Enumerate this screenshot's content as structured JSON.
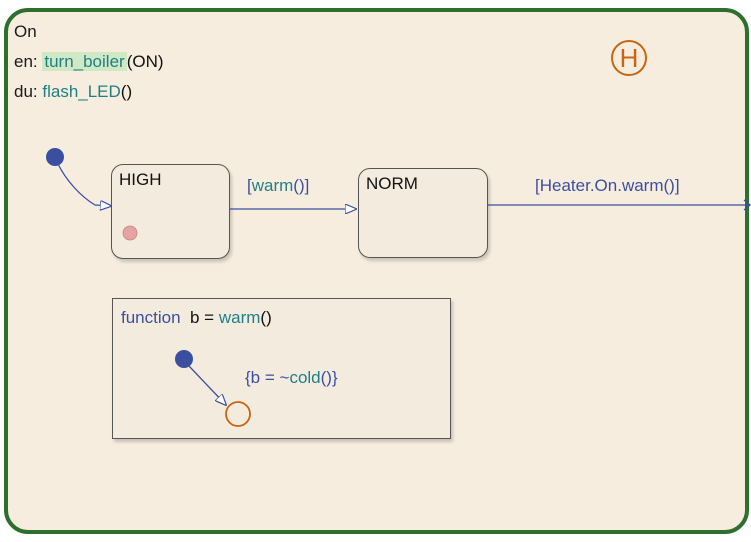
{
  "diagram": {
    "outer_state": {
      "name": "On",
      "entry": {
        "prefix": "en: ",
        "function": "turn_boiler",
        "args": "(ON)"
      },
      "during": {
        "prefix": "du: ",
        "function": "flash_LED",
        "args": "()"
      },
      "history_symbol": "H"
    },
    "states": {
      "high": {
        "name": "HIGH"
      },
      "norm": {
        "name": "NORM"
      }
    },
    "transitions": {
      "high_to_norm": {
        "open": "[",
        "function": "warm",
        "args": "()",
        "close": "]"
      },
      "norm_exit": {
        "open": "[",
        "function": "Heater.On.warm",
        "args": "()",
        "close": "]"
      }
    },
    "graphical_function": {
      "keyword": "function",
      "lhs": "b = ",
      "name": "warm",
      "args": "()",
      "action": {
        "open": "{b = ",
        "negation": "~",
        "function": "cold",
        "args": "()",
        "close": "}"
      }
    },
    "colors": {
      "outer_border": "#2e6e2e",
      "state_fill": "#f6eddf",
      "transition": "#3b4fa1",
      "default_transition_dot": "#3b4fa1",
      "history_junction": "#c9650f",
      "function_name": "#1f7f86"
    }
  }
}
